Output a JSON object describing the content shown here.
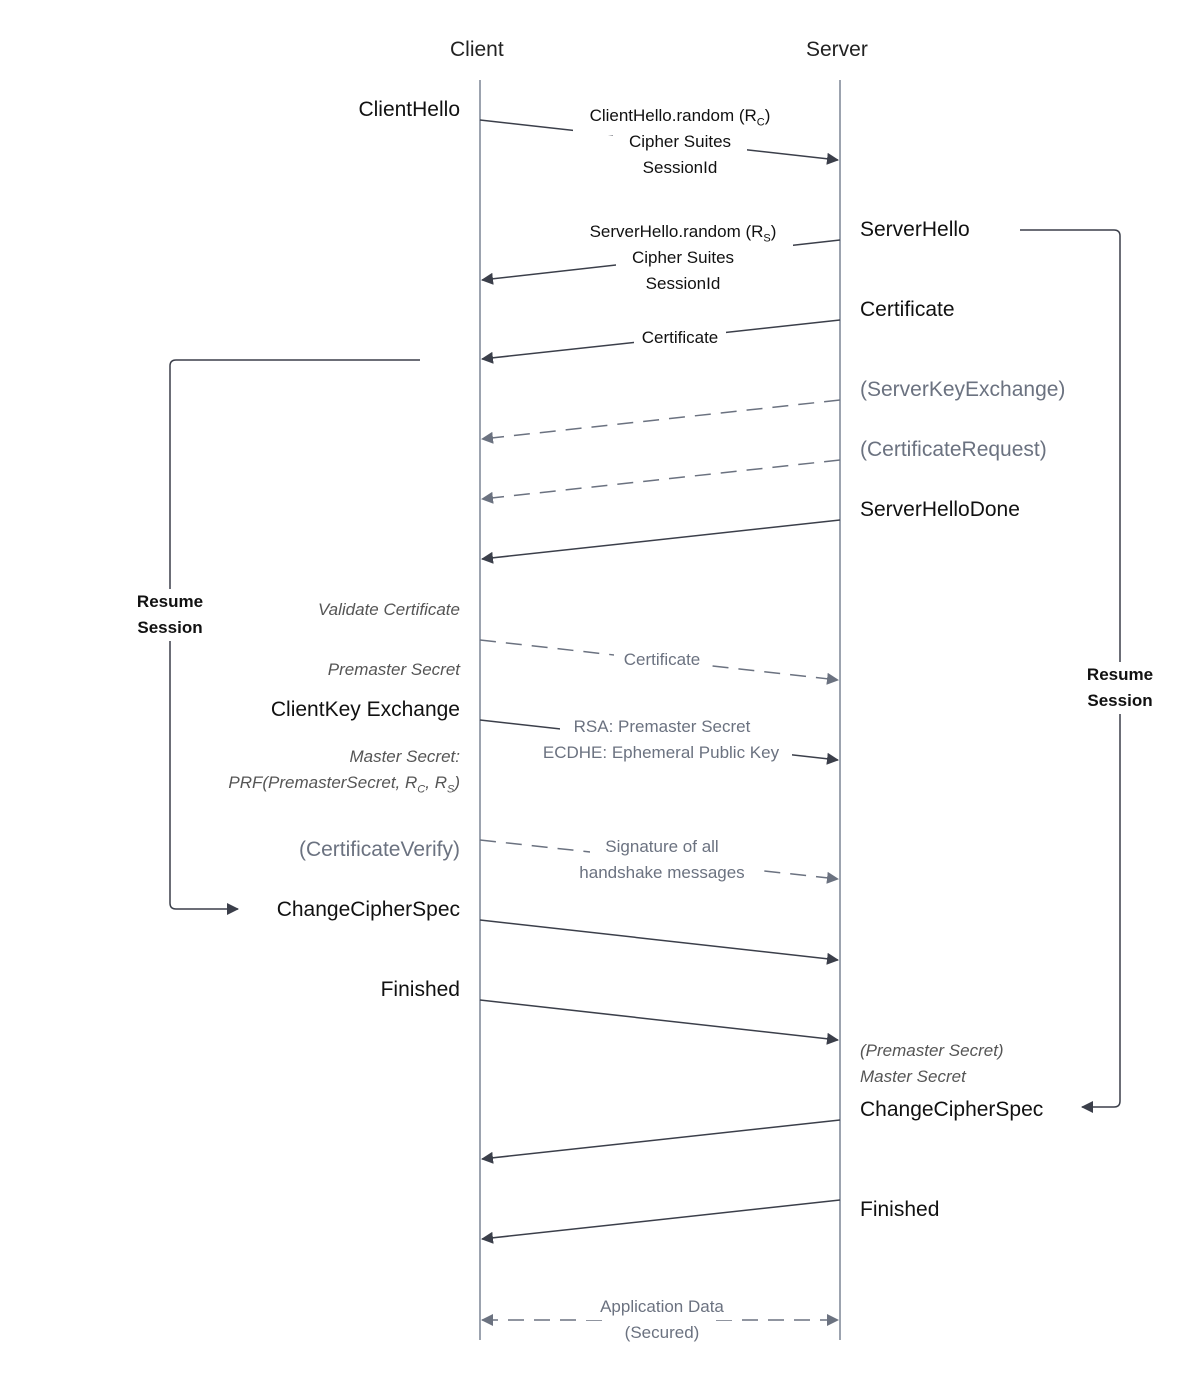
{
  "columns": {
    "client": "Client",
    "server": "Server"
  },
  "client_messages": {
    "client_hello": "ClientHello",
    "client_key_exchange": "ClientKey Exchange",
    "certificate_verify": "(CertificateVerify)",
    "change_cipher_spec": "ChangeCipherSpec",
    "finished": "Finished"
  },
  "server_messages": {
    "server_hello": "ServerHello",
    "certificate": "Certificate",
    "server_key_exchange": "(ServerKeyExchange)",
    "certificate_request": "(CertificateRequest)",
    "server_hello_done": "ServerHelloDone",
    "change_cipher_spec": "ChangeCipherSpec",
    "finished": "Finished"
  },
  "client_notes": {
    "validate_certificate": "Validate Certificate",
    "premaster_secret": "Premaster Secret",
    "master_secret_line1": "Master Secret:",
    "master_secret_line2_prefix": "PRF(PremasterSecret, R",
    "master_secret_sub_c": "C",
    "master_secret_sep": ", R",
    "master_secret_sub_s": "S",
    "master_secret_suffix": ")"
  },
  "server_notes": {
    "premaster_secret": "(Premaster Secret)",
    "master_secret": "Master Secret"
  },
  "arrow_labels": {
    "client_hello_random": "ClientHello.random  (R",
    "client_hello_random_sub": "C",
    "client_hello_random_close": ")",
    "cipher_suites": "Cipher Suites",
    "session_id": "SessionId",
    "server_hello_random": "ServerHello.random  (R",
    "server_hello_random_sub": "S",
    "server_hello_random_close": ")",
    "certificate": "Certificate",
    "client_certificate": "Certificate",
    "rsa_premaster": "RSA: Premaster Secret",
    "ecdhe_key": "ECDHE: Ephemeral Public Key",
    "signature_line1": "Signature of all",
    "signature_line2": "handshake messages",
    "app_data_line1": "Application Data",
    "app_data_line2": "(Secured)"
  },
  "resume_session": {
    "line1": "Resume",
    "line2": "Session"
  },
  "colors": {
    "solid": "#3b3f4a",
    "dashed": "#6b7280",
    "lifeline": "#9ca3af"
  }
}
